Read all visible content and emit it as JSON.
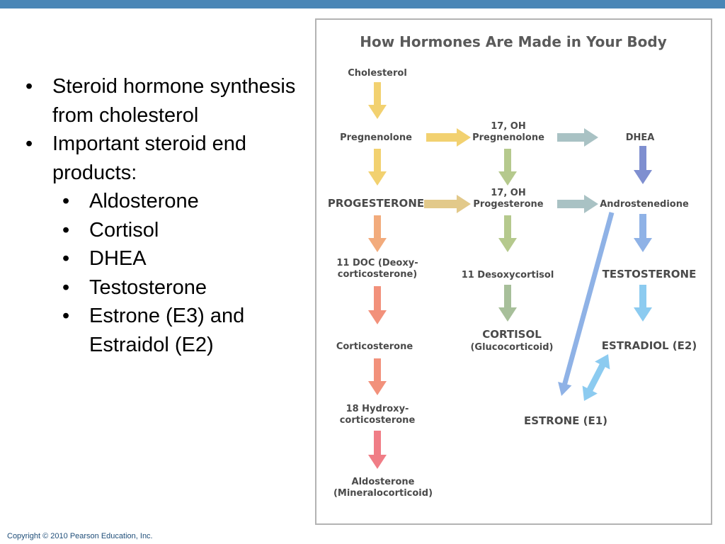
{
  "slide": {
    "bullets": [
      "Steroid hormone synthesis from cholesterol",
      "Important steroid end products:"
    ],
    "sub_bullets": [
      "Aldosterone",
      "Cortisol",
      "DHEA",
      "Testosterone",
      "Estrone (E3) and Estraidol (E2)"
    ],
    "copyright": "Copyright © 2010 Pearson Education, Inc."
  },
  "figure": {
    "title": "How Hormones Are Made in Your Body",
    "nodes": {
      "cholesterol": "Cholesterol",
      "pregnenolone": "Pregnenolone",
      "oh17_pregnenolone_1": "17, OH",
      "oh17_pregnenolone_2": "Pregnenolone",
      "dhea": "DHEA",
      "progesterone": "PROGESTERONE",
      "oh17_progesterone_1": "17, OH",
      "oh17_progesterone_2": "Progesterone",
      "androstenedione": "Androstenedione",
      "doc_1": "11 DOC (Deoxy-",
      "doc_2": "corticosterone)",
      "desoxycortisol": "11 Desoxycortisol",
      "testosterone": "TESTOSTERONE",
      "corticosterone": "Corticosterone",
      "cortisol_1": "CORTISOL",
      "cortisol_2": "(Glucocorticoid)",
      "estradiol": "ESTRADIOL (E2)",
      "hydroxy18_1": "18 Hydroxy-",
      "hydroxy18_2": "corticosterone",
      "estrone": "ESTRONE (E1)",
      "aldosterone_1": "Aldosterone",
      "aldosterone_2": "(Mineralocorticoid)"
    },
    "arrow_colors": {
      "yellow": "#f2d170",
      "tan": "#e2c98a",
      "gray_teal": "#a9c2c4",
      "orange": "#f2ab7c",
      "salmon": "#f2917b",
      "pink": "#f07d86",
      "olive": "#b5c98d",
      "sage": "#a7bf9a",
      "indigo": "#7f8fd0",
      "blue": "#8fb2e6",
      "sky": "#8ccbf0"
    }
  }
}
